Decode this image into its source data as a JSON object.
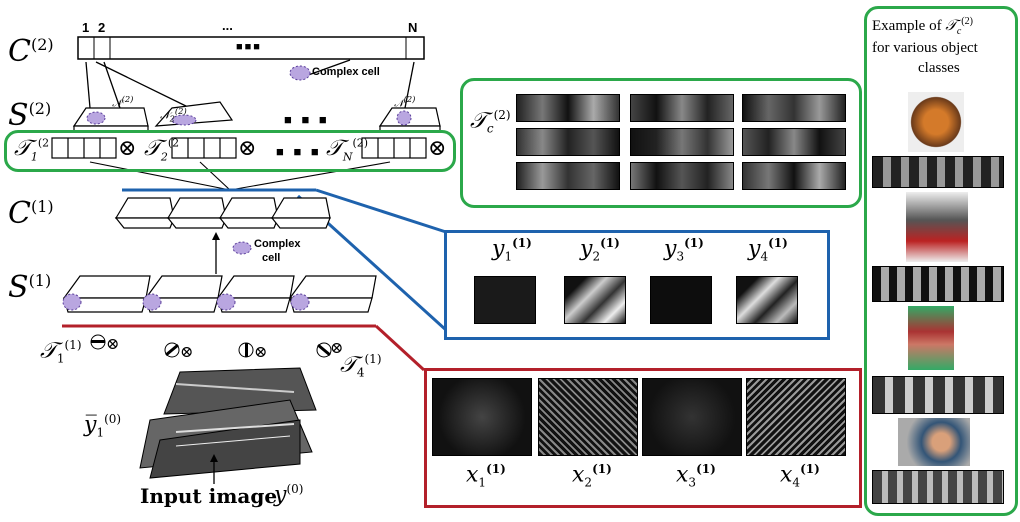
{
  "levels": {
    "c2": "C",
    "c2_sup": "(2)",
    "s2": "S",
    "s2_sup": "(2)",
    "c1": "C",
    "c1_sup": "(1)",
    "s1": "S",
    "s1_sup": "(1)"
  },
  "c2_bar": {
    "index_1": "1",
    "index_2": "2",
    "index_dots": "...",
    "index_n": "N",
    "center_dots": "■■■"
  },
  "complex_cell_top": "Complex cell",
  "complex_cell_mid_line1": "Complex",
  "complex_cell_mid_line2": "cell",
  "s2_neighborhoods": {
    "n1": "𝒩",
    "n1_sup": "(2)",
    "n2": "𝒩",
    "n2_sup": "(2)",
    "n2_sub": "2",
    "nn": "𝒩",
    "nn_sup": "(2)"
  },
  "templates2": {
    "t1": "𝒯",
    "t1_sub": "1",
    "t1_sup": "(2",
    "t2": "𝒯",
    "t2_sub": "2",
    "t2_sup": "(2",
    "tn": "𝒯",
    "tn_sub": "N",
    "tn_sup": "(2)",
    "otimes": "⊗",
    "dots": "■ ■ ■"
  },
  "tc2_label": {
    "t": "𝒯",
    "sub": "c",
    "sup": "(2)"
  },
  "y_features": [
    {
      "name": "y",
      "sub": "1",
      "sup": "(1)"
    },
    {
      "name": "y",
      "sub": "2",
      "sup": "(1)"
    },
    {
      "name": "y",
      "sub": "3",
      "sup": "(1)"
    },
    {
      "name": "y",
      "sub": "4",
      "sup": "(1)"
    }
  ],
  "x_features": [
    {
      "name": "x",
      "sub": "1",
      "sup": "(1)"
    },
    {
      "name": "x",
      "sub": "2",
      "sup": "(1)"
    },
    {
      "name": "x",
      "sub": "3",
      "sup": "(1)"
    },
    {
      "name": "x",
      "sub": "4",
      "sup": "(1)"
    }
  ],
  "templates1": {
    "t1": "𝒯",
    "t1_sub": "1",
    "t1_sup": "(1)",
    "t4": "𝒯",
    "t4_sub": "4",
    "t4_sup": "(1)",
    "otimes": "⊗"
  },
  "ybar": {
    "name": "y̅",
    "sub": "1",
    "sup": "(0)"
  },
  "input": {
    "label": "Input image",
    "var": "y",
    "var_sup": "(0)"
  },
  "right_panel": {
    "line1": "Example of",
    "t": "𝒯",
    "t_sub": "c",
    "t_sup": "(2)",
    "line2": "for various object",
    "line3": "classes"
  },
  "colors": {
    "green": "#2ba84a",
    "blue": "#1e62ad",
    "red": "#b3202a",
    "purple": "#b9a6e0"
  }
}
